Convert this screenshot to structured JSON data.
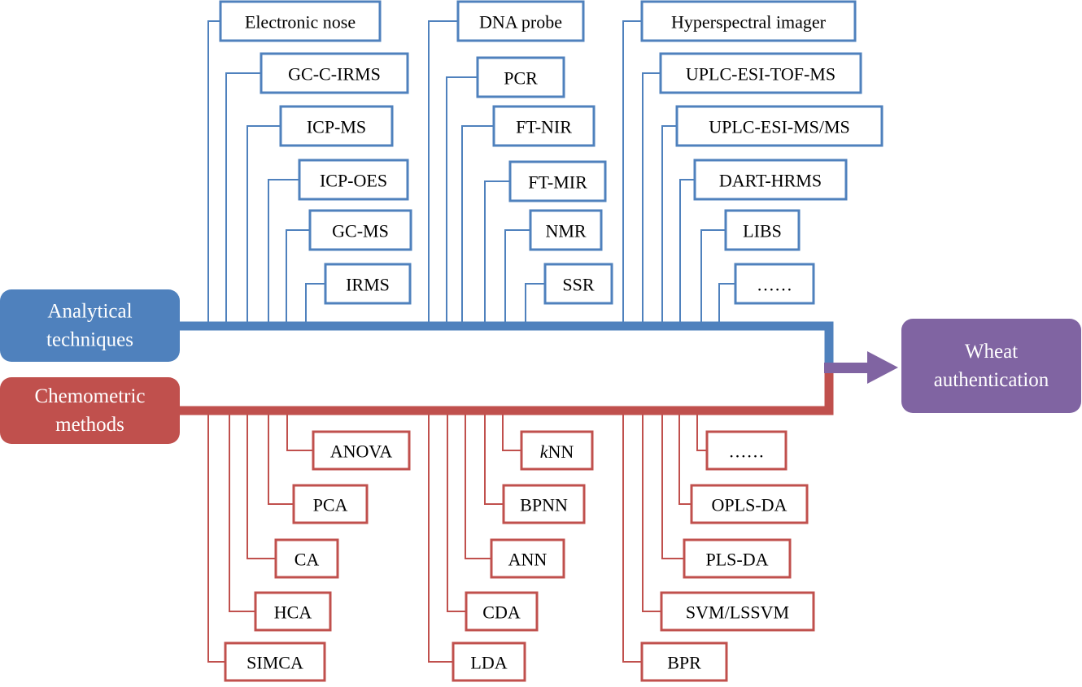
{
  "diagram": {
    "analytical_label": [
      "Analytical",
      "techniques"
    ],
    "chemometric_label": [
      "Chemometric",
      "methods"
    ],
    "target_label": [
      "Wheat",
      "authentication"
    ],
    "colors": {
      "analytical": "#4f81bd",
      "chemometric": "#c0504d",
      "target": "#8064a2",
      "box_fill": "#ffffff"
    },
    "analytical_techniques": [
      [
        "Electronic nose",
        "GC-C-IRMS",
        "ICP-MS",
        "ICP-OES",
        "GC-MS",
        "IRMS"
      ],
      [
        "DNA probe",
        "PCR",
        "FT-NIR",
        "FT-MIR",
        "NMR",
        "SSR"
      ],
      [
        "Hyperspectral imager",
        "UPLC-ESI-TOF-MS",
        "UPLC-ESI-MS/MS",
        "DART-HRMS",
        "LIBS",
        "……"
      ]
    ],
    "chemometric_methods": [
      [
        "ANOVA",
        "PCA",
        "CA",
        "HCA",
        "SIMCA"
      ],
      [
        "kNN",
        "BPNN",
        "ANN",
        "CDA",
        "LDA"
      ],
      [
        "……",
        "OPLS-DA",
        "PLS-DA",
        "SVM/LSSVM",
        "BPR"
      ]
    ]
  }
}
